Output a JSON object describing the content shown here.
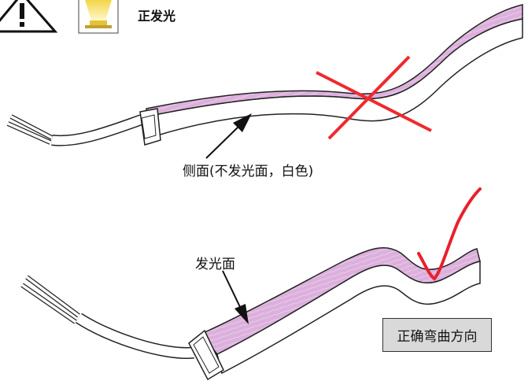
{
  "labels": {
    "top_legend": "正发光",
    "side_face": "侧面(不发光面，白色)",
    "emitting_face": "发光面",
    "correct_direction": "正确弯曲方向"
  },
  "colors": {
    "strip_face": "#dcb0dc",
    "strip_stroke": "#222222",
    "wrong_mark": "#ee2a2f",
    "correct_mark": "#e8212b",
    "box_fill": "#d9d9d9",
    "glow_top": "#f2d64a"
  },
  "icons": {
    "warning": "warning-triangle-icon",
    "led_glow": "led-top-emitting-icon"
  }
}
